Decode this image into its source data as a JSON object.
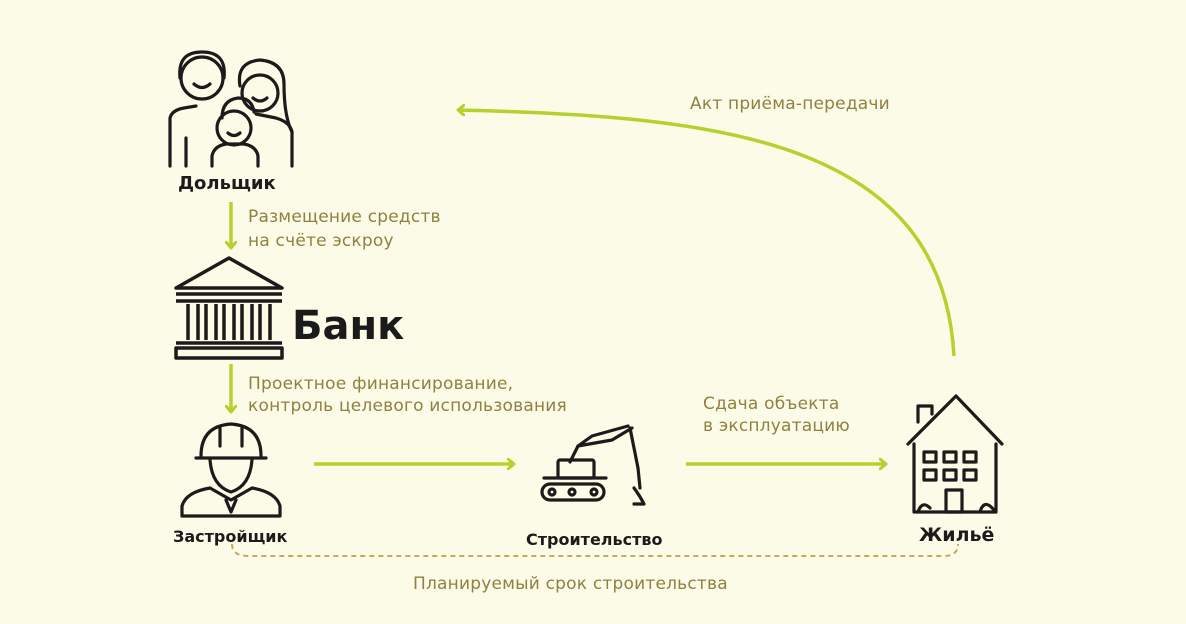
{
  "nodes": {
    "shareholder": "Дольщик",
    "bank": "Банк",
    "developer": "Застройщик",
    "construction": "Строительство",
    "housing": "Жильё"
  },
  "flows": {
    "escrow_line1": "Размещение средств",
    "escrow_line2": "на счёте эскроу",
    "project_line1": "Проектное финансирование,",
    "project_line2": "контроль целевого использования",
    "handover_line1": "Сдача объекта",
    "handover_line2": "в эксплуатацию",
    "acceptance": "Акт приёма-передачи",
    "timeline": "Планируемый срок строительства"
  },
  "colors": {
    "arrow": "#b4d12d",
    "line_icon": "#1b1b1b",
    "annotation": "#8f8140",
    "dashed": "#c9a85a",
    "background": "#fbfbe7"
  }
}
